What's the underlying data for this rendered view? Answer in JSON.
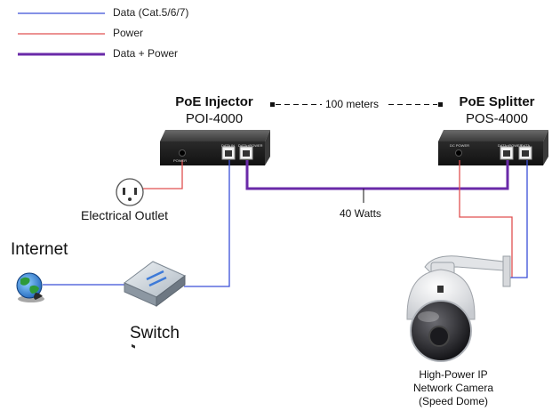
{
  "legend": {
    "data": {
      "label": "Data (Cat.5/6/7)",
      "color": "#3a4fd8"
    },
    "power": {
      "label": "Power",
      "color": "#e05050"
    },
    "data_power": {
      "label": "Data + Power",
      "color": "#6a2aa8"
    }
  },
  "injector": {
    "title": "PoE Injector",
    "model": "POI-4000",
    "port_power": "POWER",
    "port_data": "DATA IN",
    "port_dp": "DATA+POWER"
  },
  "splitter": {
    "title": "PoE Splitter",
    "model": "POS-4000",
    "port_dc": "DC POWER",
    "port_dp": "DATA+POWER",
    "port_data": "DATA"
  },
  "distance": "100 meters",
  "wattage": "40 Watts",
  "outlet": "Electrical Outlet",
  "internet": "Internet",
  "switch": "Switch",
  "camera": {
    "line1": "High-Power IP",
    "line2": "Network Camera",
    "line3": "(Speed Dome)"
  }
}
